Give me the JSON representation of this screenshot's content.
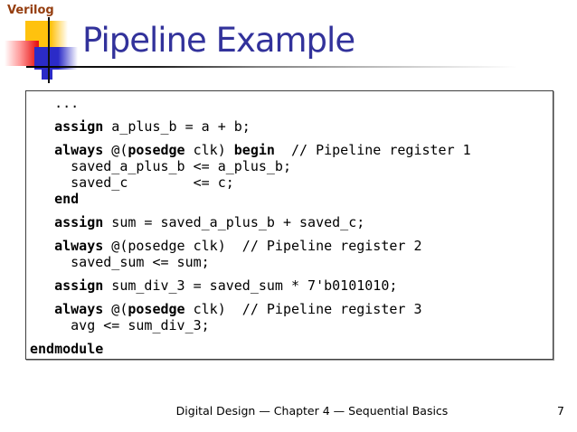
{
  "slide": {
    "corner_label": "Verilog",
    "title": "Pipeline Example",
    "footer": "Digital Design — Chapter 4 — Sequential Basics",
    "page_number": "7"
  },
  "colors": {
    "title_blue": "#32329B",
    "corner_brown": "#953E10",
    "logo_yellow": "#FFC20E",
    "logo_red": "#E81515",
    "logo_blue": "#2B2BC8",
    "box_border": "#3F3F3F",
    "code_text": "#000000"
  },
  "code": {
    "lines": [
      {
        "para": false,
        "segments": [
          {
            "text": "   ...",
            "bold": false
          }
        ]
      },
      {
        "para": true,
        "segments": [
          {
            "text": "   ",
            "bold": false
          },
          {
            "text": "assign",
            "bold": true
          },
          {
            "text": " a_plus_b = a + b;",
            "bold": false
          }
        ]
      },
      {
        "para": true,
        "segments": [
          {
            "text": "   ",
            "bold": false
          },
          {
            "text": "always",
            "bold": true
          },
          {
            "text": " @(",
            "bold": false
          },
          {
            "text": "posedge",
            "bold": true
          },
          {
            "text": " clk) ",
            "bold": false
          },
          {
            "text": "begin",
            "bold": true
          },
          {
            "text": "  // Pipeline register 1",
            "bold": false
          }
        ]
      },
      {
        "para": false,
        "segments": [
          {
            "text": "     saved_a_plus_b <= a_plus_b;",
            "bold": false
          }
        ]
      },
      {
        "para": false,
        "segments": [
          {
            "text": "     saved_c        <= c;",
            "bold": false
          }
        ]
      },
      {
        "para": false,
        "segments": [
          {
            "text": "   ",
            "bold": false
          },
          {
            "text": "end",
            "bold": true
          }
        ]
      },
      {
        "para": true,
        "segments": [
          {
            "text": "   ",
            "bold": false
          },
          {
            "text": "assign",
            "bold": true
          },
          {
            "text": " sum = saved_a_plus_b + saved_c;",
            "bold": false
          }
        ]
      },
      {
        "para": true,
        "segments": [
          {
            "text": "   ",
            "bold": false
          },
          {
            "text": "always",
            "bold": true
          },
          {
            "text": " @(posedge clk)  // Pipeline register 2",
            "bold": false
          }
        ]
      },
      {
        "para": false,
        "segments": [
          {
            "text": "     saved_sum <= sum;",
            "bold": false
          }
        ]
      },
      {
        "para": true,
        "segments": [
          {
            "text": "   ",
            "bold": false
          },
          {
            "text": "assign",
            "bold": true
          },
          {
            "text": " sum_div_3 = saved_sum * 7'b0101010;",
            "bold": false
          }
        ]
      },
      {
        "para": true,
        "segments": [
          {
            "text": "   ",
            "bold": false
          },
          {
            "text": "always",
            "bold": true
          },
          {
            "text": " @(",
            "bold": false
          },
          {
            "text": "posedge",
            "bold": true
          },
          {
            "text": " clk)  // Pipeline register 3",
            "bold": false
          }
        ]
      },
      {
        "para": false,
        "segments": [
          {
            "text": "     avg <= sum_div_3;",
            "bold": false
          }
        ]
      },
      {
        "para": true,
        "segments": [
          {
            "text": "endmodule",
            "bold": true
          }
        ]
      }
    ]
  }
}
